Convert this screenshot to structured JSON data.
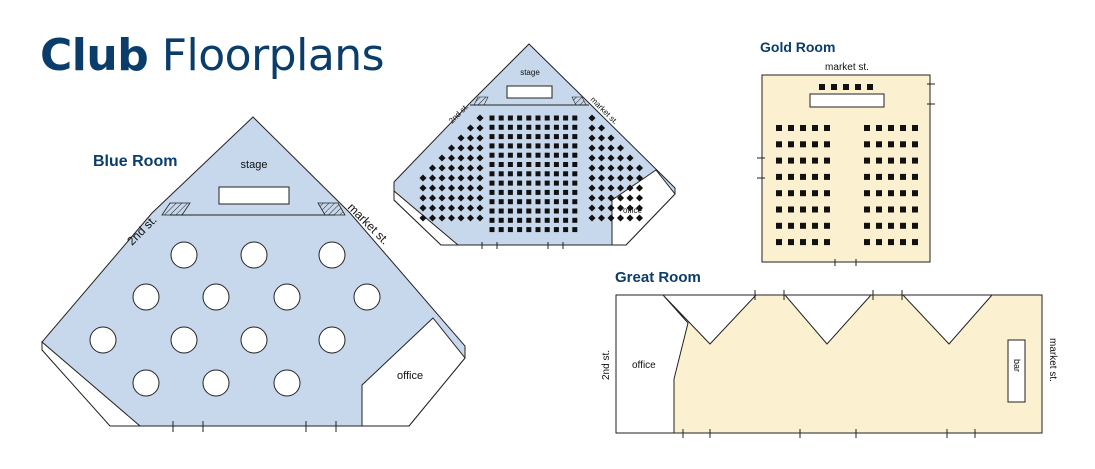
{
  "title": {
    "bold": "Club",
    "rest": "Floorplans"
  },
  "colors": {
    "title": "#0b3d6b",
    "blue_fill": "#c8d8ec",
    "cream_fill": "#fbf0cf",
    "outline": "#222222"
  },
  "blue_room": {
    "name": "Blue Room",
    "stage": "stage",
    "street_left": "2nd st.",
    "street_right": "market st.",
    "office": "office"
  },
  "small_blue": {
    "stage": "stage",
    "street_left": "2nd st.",
    "street_right": "market st.",
    "office": "office"
  },
  "gold_room": {
    "name": "Gold Room",
    "street_top": "market st."
  },
  "great_room": {
    "name": "Great Room",
    "street_left": "2nd st.",
    "street_right": "market st.",
    "office": "office",
    "bar": "bar"
  }
}
